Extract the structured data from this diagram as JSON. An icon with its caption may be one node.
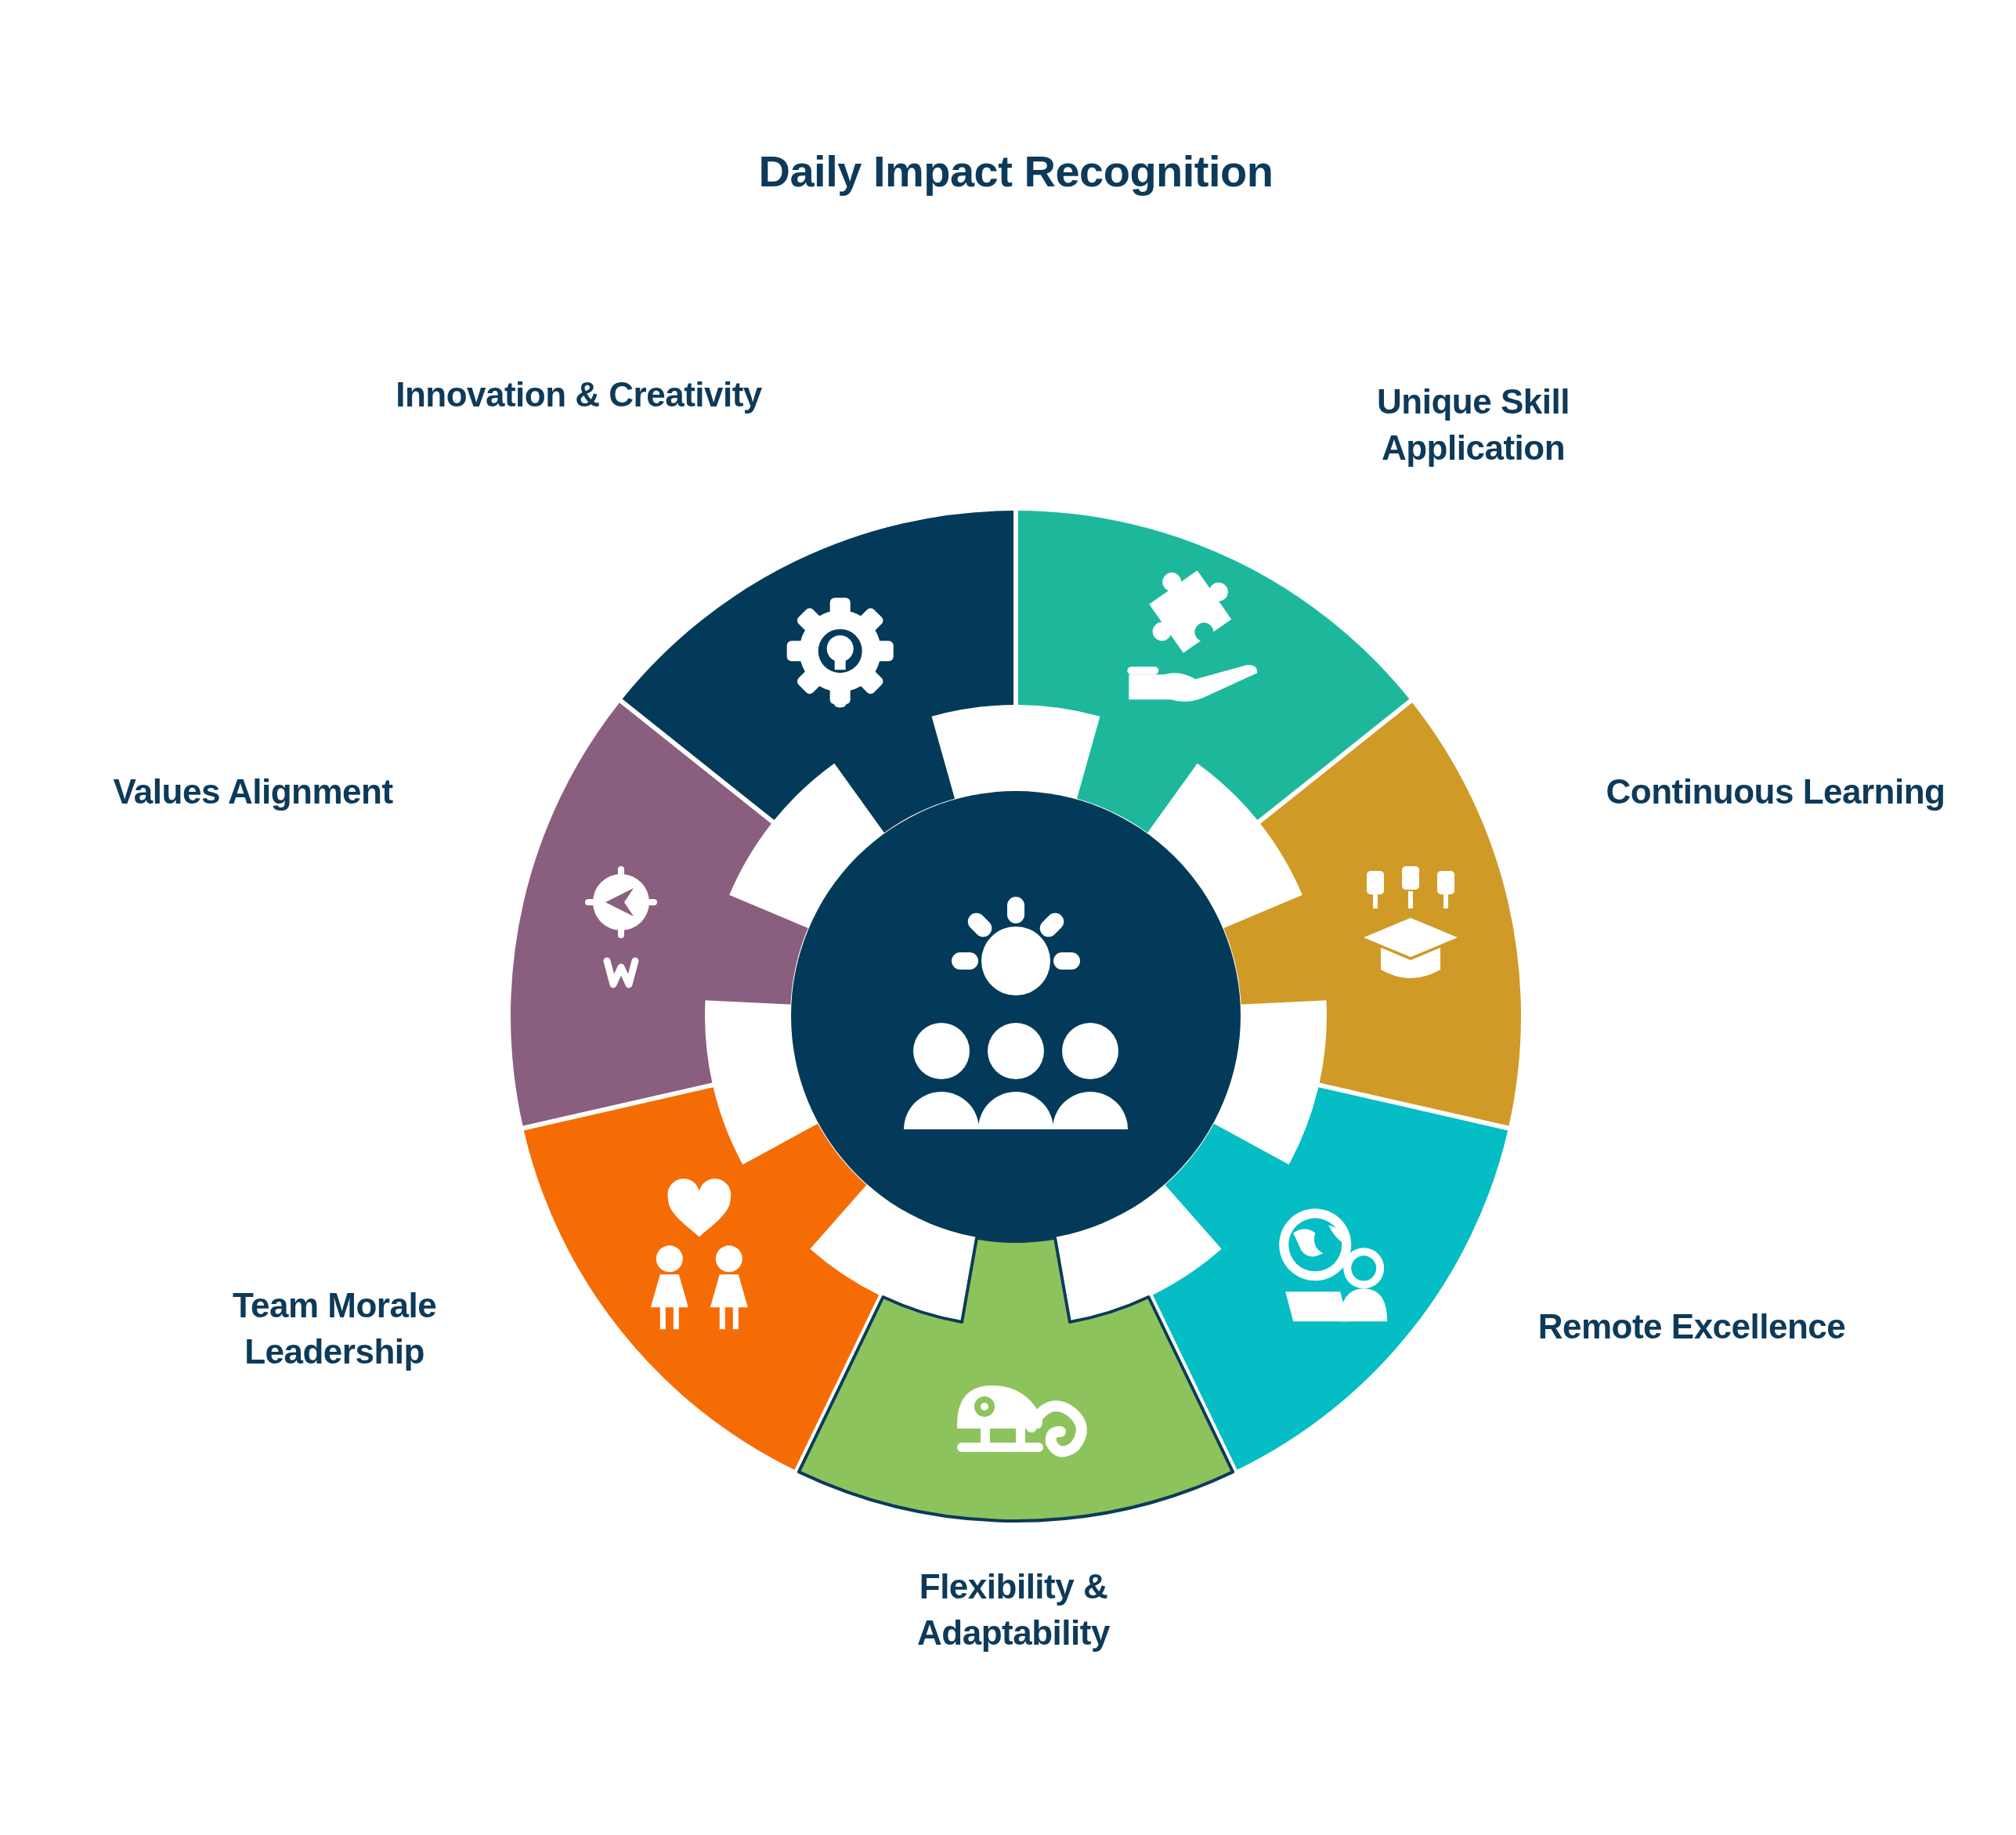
{
  "diagram": {
    "title": "Daily Impact Recognition",
    "nodes": [
      {
        "text": [
          "Innovation & Creativity"
        ]
      },
      {
        "text": [
          "Unique Skill Application"
        ]
      },
      {
        "text": [
          "Continuous Learning"
        ]
      },
      {
        "text": [
          "Remote Excellence"
        ]
      },
      {
        "text": [
          "Flexibility & Adaptability"
        ]
      },
      {
        "text": [
          "Team Morale Leadership"
        ]
      },
      {
        "text": [
          "Values Alignment"
        ]
      },
      {
        "text": [],
        "shape": "circle"
      }
    ]
  }
}
